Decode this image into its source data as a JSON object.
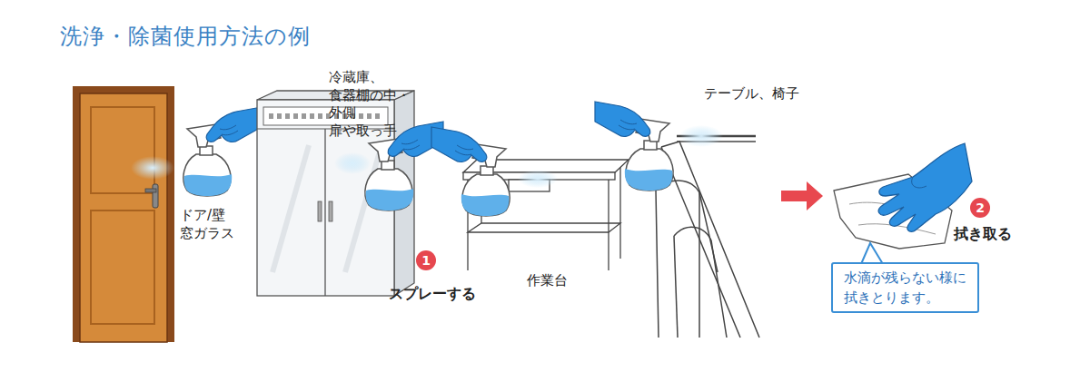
{
  "diagram": {
    "title": "洗浄・除菌使用方法の例",
    "nodes": [
      {
        "text": [
          "水滴が残らない様に 拭きとります。"
        ]
      }
    ],
    "labels": [
      "ドア/壁 窓ガラス",
      "冷蔵庫、食器棚の中・外側 扉や取っ手",
      "テーブル、椅子",
      "作業台",
      "1",
      "スプレーする",
      "2",
      "拭き取る"
    ]
  }
}
